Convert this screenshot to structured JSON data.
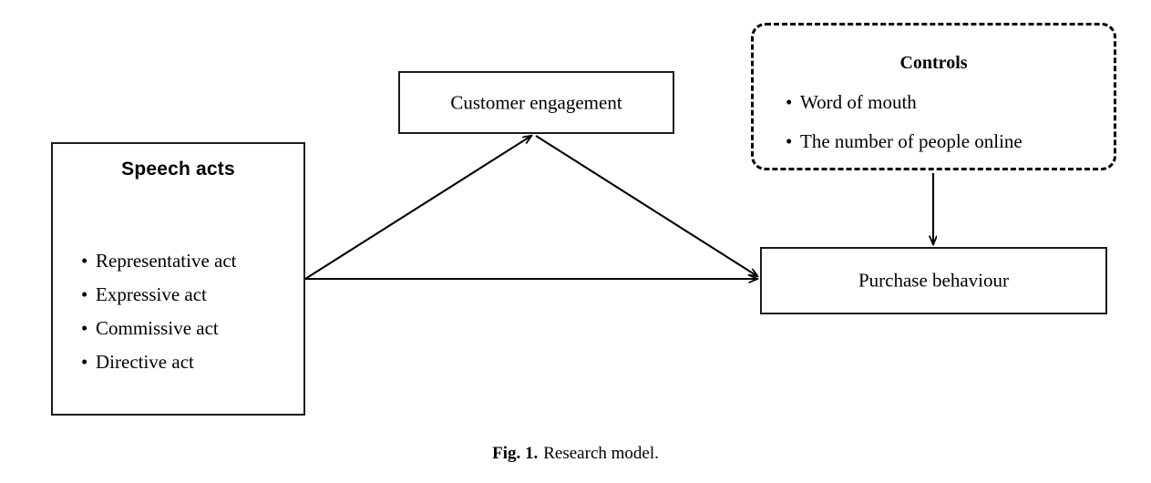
{
  "figure": {
    "caption_label": "Fig. 1.",
    "caption_text": "Research model.",
    "line_color": "#000000",
    "box_border_color": "#1a1a1a",
    "background_color": "#ffffff"
  },
  "nodes": {
    "speech_acts": {
      "title": "Speech acts",
      "items": [
        "Representative act",
        "Expressive act",
        "Commissive act",
        "Directive act"
      ],
      "bullet_glyph": "•"
    },
    "customer_engagement": {
      "label": "Customer engagement"
    },
    "controls": {
      "title": "Controls",
      "items": [
        "Word of mouth",
        "The number of people online"
      ],
      "bullet_glyph": "•",
      "border_style": "dashed"
    },
    "purchase_behaviour": {
      "label": "Purchase behaviour"
    }
  },
  "edges": [
    {
      "name": "speech-acts-to-customer-engagement",
      "from": "speech_acts",
      "to": "customer_engagement",
      "style": "solid-arrow"
    },
    {
      "name": "customer-engagement-to-purchase-behaviour",
      "from": "customer_engagement",
      "to": "purchase_behaviour",
      "style": "solid-arrow"
    },
    {
      "name": "speech-acts-to-purchase-behaviour",
      "from": "speech_acts",
      "to": "purchase_behaviour",
      "style": "solid-arrow"
    },
    {
      "name": "controls-to-purchase-behaviour",
      "from": "controls",
      "to": "purchase_behaviour",
      "style": "solid-arrow"
    }
  ]
}
